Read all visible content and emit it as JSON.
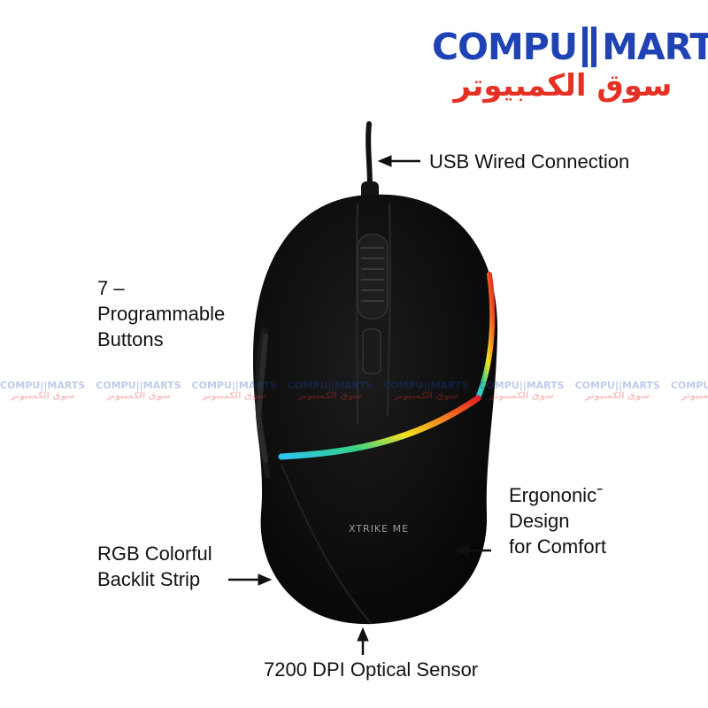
{
  "brand": {
    "name_left": "COMPU",
    "name_right": "MARTS",
    "name_arabic": "سوق الكمبيوتر",
    "primary_color": "#1f43b4",
    "accent_color": "#e53124"
  },
  "product": {
    "logo_text": "XTRIKE ME",
    "body_color": "#0d0d0d",
    "rgb_strip_colors": [
      "#e31e24",
      "#f47b20",
      "#f4e21f",
      "#35d08a",
      "#2ec4f0"
    ]
  },
  "features": {
    "usb": "USB Wired Connection",
    "buttons": "7 –\nProgrammable\nButtons",
    "ergonomic": "Ergononicˉ\nDesign\nfor Comfort",
    "rgb": "RGB Colorful\nBacklit Strip",
    "sensor": "7200 DPI Optical Sensor"
  },
  "icons": {
    "arrow": "arrow-left-icon",
    "arrow_up": "arrow-up-icon"
  }
}
